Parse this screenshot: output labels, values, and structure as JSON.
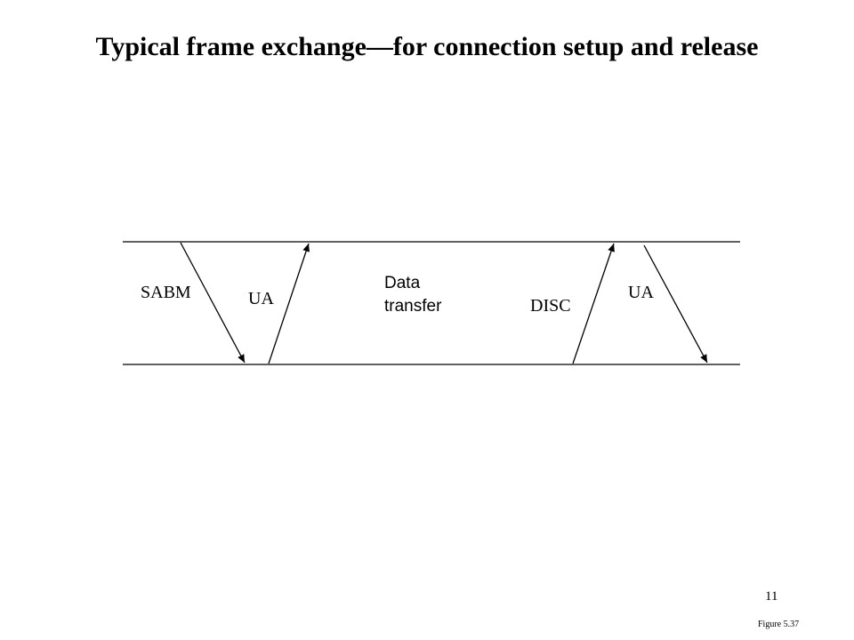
{
  "slide": {
    "title": "Typical frame exchange—for connection setup and release",
    "page_number": "11",
    "figure_label": "Figure 5.37"
  },
  "diagram": {
    "frames": [
      {
        "label": "SABM",
        "direction": "down"
      },
      {
        "label": "UA",
        "direction": "up"
      },
      {
        "label": "DISC",
        "direction": "up"
      },
      {
        "label": "UA",
        "direction": "down"
      }
    ],
    "phase": {
      "line1": "Data",
      "line2": "transfer"
    }
  }
}
